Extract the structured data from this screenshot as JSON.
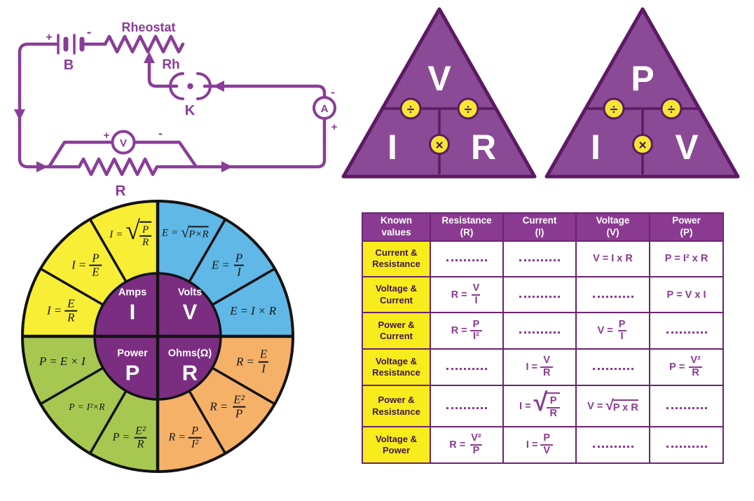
{
  "circuit": {
    "labels": {
      "battery": "B",
      "battery_plus": "+",
      "battery_minus": "-",
      "rheostat": "Rheostat",
      "rheostat_wiper": "Rh",
      "key": "K",
      "ammeter": "A",
      "ammeter_minus": "-",
      "ammeter_plus": "+",
      "voltmeter": "V",
      "voltmeter_plus": "+",
      "voltmeter_minus": "-",
      "resistor": "R"
    },
    "wire_color": "#8a3d98"
  },
  "triangles": [
    {
      "top": "V",
      "bottom_left": "I",
      "bottom_right": "R",
      "divide_symbol": "÷",
      "multiply_symbol": "×",
      "fill_color": "#8a4a96",
      "border_color": "#5c1a63",
      "symbol_circle_color": "#f7e733"
    },
    {
      "top": "P",
      "bottom_left": "I",
      "bottom_right": "V",
      "divide_symbol": "÷",
      "multiply_symbol": "×",
      "fill_color": "#8a4a96",
      "border_color": "#5c1a63",
      "symbol_circle_color": "#f7e733"
    }
  ],
  "wheel": {
    "center_color": "#7b2d82",
    "line_color": "#121212",
    "center_labels": [
      {
        "word": "Amps",
        "letter": "I"
      },
      {
        "word": "Volts",
        "letter": "V"
      },
      {
        "word": "Power",
        "letter": "P"
      },
      {
        "word": "Ohms(Ω)",
        "letter": "R"
      }
    ],
    "quadrants": [
      {
        "name": "voltage",
        "color": "#5fb8e6",
        "formulas": [
          {
            "lhs": "E",
            "kind": "sqrt",
            "body": "P×R"
          },
          {
            "lhs": "E",
            "kind": "frac",
            "num": "P",
            "den": "I"
          },
          {
            "lhs": "E",
            "kind": "plain",
            "body": "I × R"
          }
        ]
      },
      {
        "name": "resistance",
        "color": "#f6b169",
        "formulas": [
          {
            "lhs": "R",
            "kind": "frac",
            "num": "E",
            "den": "I"
          },
          {
            "lhs": "R",
            "kind": "frac",
            "num": "E²",
            "den": "P"
          },
          {
            "lhs": "R",
            "kind": "frac",
            "num": "P",
            "den": "I²"
          }
        ]
      },
      {
        "name": "power",
        "color": "#a6c851",
        "formulas": [
          {
            "lhs": "P",
            "kind": "frac",
            "num": "E²",
            "den": "R"
          },
          {
            "lhs": "P",
            "kind": "plain",
            "body": "I²×R"
          },
          {
            "lhs": "P",
            "kind": "plain",
            "body": "E × I"
          }
        ]
      },
      {
        "name": "current",
        "color": "#f8ee35",
        "formulas": [
          {
            "lhs": "I",
            "kind": "frac",
            "num": "E",
            "den": "R"
          },
          {
            "lhs": "I",
            "kind": "frac",
            "num": "P",
            "den": "E"
          },
          {
            "lhs": "I",
            "kind": "sqrtfrac",
            "num": "P",
            "den": "R"
          }
        ]
      }
    ]
  },
  "table": {
    "header_bg": "#8b3a92",
    "label_bg": "#f8ec1c",
    "formula_color": "#8b3a92",
    "border_color": "#6b2370",
    "headers": [
      {
        "line1": "Known",
        "line2": "values"
      },
      {
        "line1": "Resistance",
        "line2": "(R)"
      },
      {
        "line1": "Current",
        "line2": "(I)"
      },
      {
        "line1": "Voltage",
        "line2": "(V)"
      },
      {
        "line1": "Power",
        "line2": "(P)"
      }
    ],
    "rows": [
      {
        "label": [
          "Current &",
          "Resistance"
        ],
        "cells": [
          {
            "kind": "dots"
          },
          {
            "kind": "dots"
          },
          {
            "lhs": "V",
            "kind": "plain",
            "body": "I x R"
          },
          {
            "lhs": "P",
            "kind": "plain",
            "body": "I² x R"
          }
        ]
      },
      {
        "label": [
          "Voltage &",
          "Current"
        ],
        "cells": [
          {
            "lhs": "R",
            "kind": "frac",
            "num": "V",
            "den": "I"
          },
          {
            "kind": "dots"
          },
          {
            "kind": "dots"
          },
          {
            "lhs": "P",
            "kind": "plain",
            "body": "V x I"
          }
        ]
      },
      {
        "label": [
          "Power &",
          "Current"
        ],
        "cells": [
          {
            "lhs": "R",
            "kind": "frac",
            "num": "P",
            "den": "I²"
          },
          {
            "kind": "dots"
          },
          {
            "lhs": "V",
            "kind": "frac",
            "num": "P",
            "den": "I"
          },
          {
            "kind": "dots"
          }
        ]
      },
      {
        "label": [
          "Voltage &",
          "Resistance"
        ],
        "cells": [
          {
            "kind": "dots"
          },
          {
            "lhs": "I",
            "kind": "frac",
            "num": "V",
            "den": "R"
          },
          {
            "kind": "dots"
          },
          {
            "lhs": "P",
            "kind": "frac",
            "num": "V²",
            "den": "R"
          }
        ]
      },
      {
        "label": [
          "Power &",
          "Resistance"
        ],
        "cells": [
          {
            "kind": "dots"
          },
          {
            "lhs": "I",
            "kind": "sqrtfrac",
            "num": "P",
            "den": "R"
          },
          {
            "lhs": "V",
            "kind": "sqrt",
            "body": "P x R"
          },
          {
            "kind": "dots"
          }
        ]
      },
      {
        "label": [
          "Voltage &",
          "Power"
        ],
        "cells": [
          {
            "lhs": "R",
            "kind": "frac",
            "num": "V²",
            "den": "P"
          },
          {
            "lhs": "I",
            "kind": "frac",
            "num": "P",
            "den": "V"
          },
          {
            "kind": "dots"
          },
          {
            "kind": "dots"
          }
        ]
      }
    ]
  }
}
